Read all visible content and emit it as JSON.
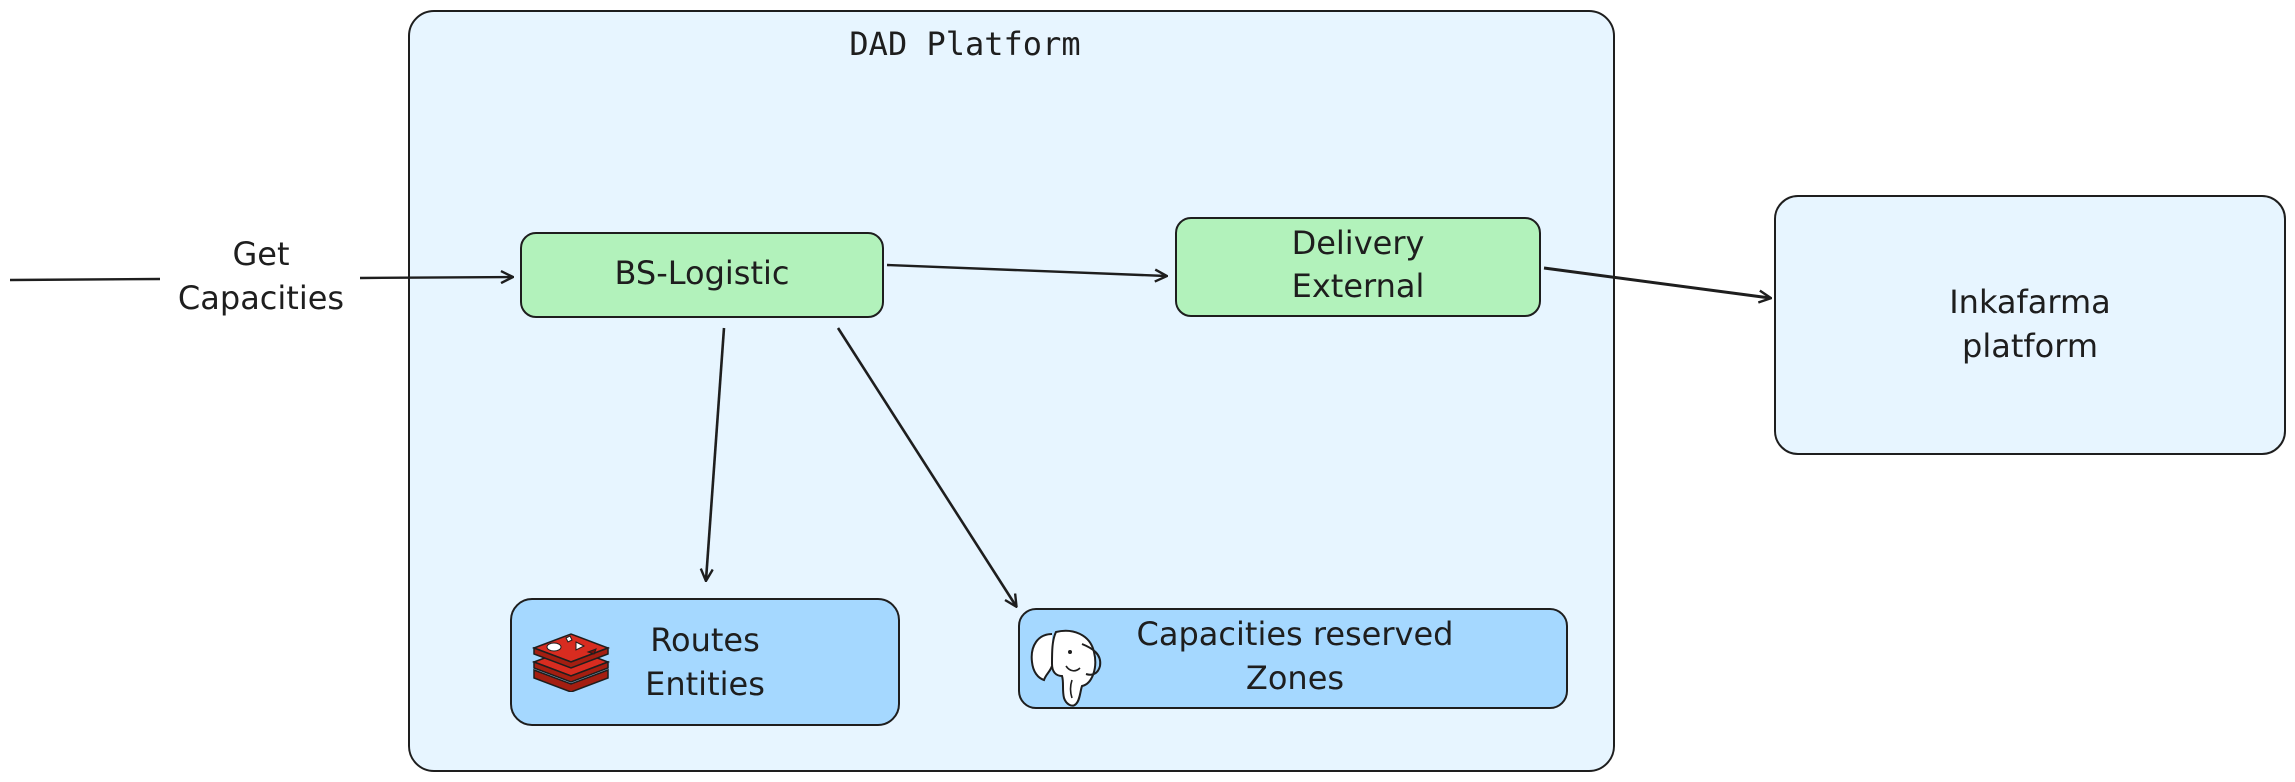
{
  "diagram": {
    "platform_title": "DAD Platform",
    "input_label": "Get\nCapacities",
    "nodes": {
      "bs_logistic": "BS-Logistic",
      "delivery_external": "Delivery\nExternal",
      "routes_entities": "Routes\nEntities",
      "capacities_zones": "Capacities reserved\nZones",
      "inkafarma": "Inkafarma\nplatform"
    },
    "icons": {
      "routes_entities": "redis-icon",
      "capacities_zones": "postgresql-elephant-icon"
    },
    "colors": {
      "platform_fill": "#e7f5ff",
      "service_fill": "#b2f2bb",
      "datastore_fill": "#a5d8ff",
      "external_fill": "#e7f5ff",
      "stroke": "#1e1e1e",
      "redis_red": "#d82c20"
    }
  }
}
